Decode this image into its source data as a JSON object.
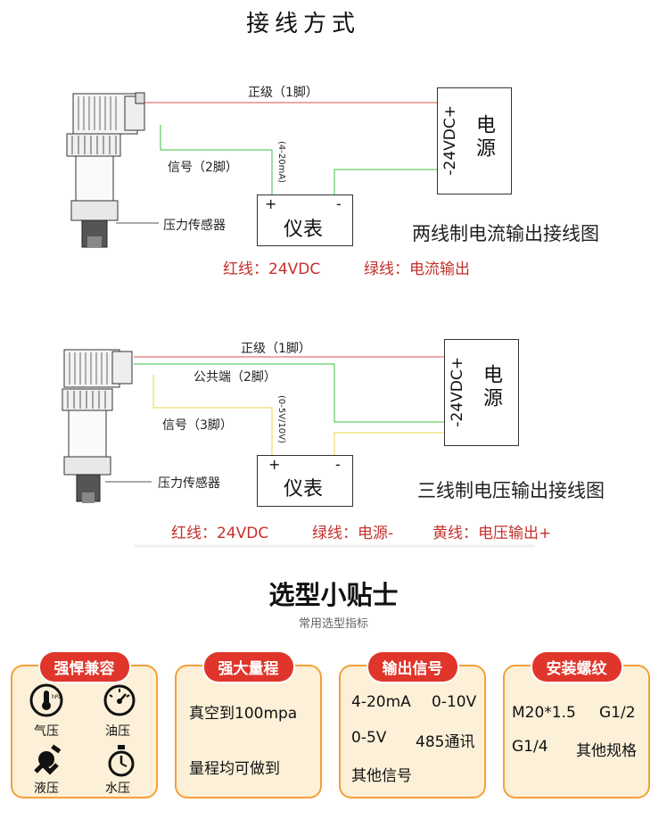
{
  "page_title": "接线方式",
  "diagram1": {
    "positive_label": "正级（1脚）",
    "signal_label": "信号（2脚）",
    "current_range": "(4-20mA)",
    "sensor_label": "压力传感器",
    "meter_name": "仪表",
    "meter_plus": "+",
    "meter_minus": "-",
    "power_name": "电源",
    "power_voltage": "-24VDC+",
    "caption": "两线制电流输出接线图",
    "legend_red": "红线：24VDC",
    "legend_green": "绿线：电流输出"
  },
  "diagram2": {
    "positive_label": "正级（1脚）",
    "common_label": "公共端（2脚）",
    "signal_label": "信号（3脚）",
    "voltage_range": "(0-5V/10V)",
    "sensor_label": "压力传感器",
    "meter_name": "仪表",
    "meter_plus": "+",
    "meter_minus": "-",
    "power_name": "电源",
    "power_voltage": "-24VDC+",
    "caption": "三线制电压输出接线图",
    "legend_red": "红线：24VDC",
    "legend_green": "绿线：电源-",
    "legend_yellow": "黄线：电压输出+"
  },
  "selection": {
    "title": "选型小贴士",
    "subtitle": "常用选型指标",
    "cards": [
      {
        "tag": "强悍兼容",
        "items": [
          "气压",
          "油压",
          "液压",
          "水压"
        ],
        "icons": [
          "thermometer-gauge-icon",
          "pressure-gauge-icon",
          "valve-icon",
          "stopwatch-icon"
        ]
      },
      {
        "tag": "强大量程",
        "lines": [
          "真空到100mpa",
          "量程均可做到"
        ]
      },
      {
        "tag": "输出信号",
        "lines": [
          "4-20mA",
          "0-10V",
          "0-5V",
          "485通讯",
          "其他信号"
        ]
      },
      {
        "tag": "安装螺纹",
        "lines": [
          "M20*1.5",
          "G1/2",
          "G1/4",
          "其他规格"
        ]
      }
    ]
  },
  "colors": {
    "red_wire": "#d9534f",
    "green_wire": "#3fbf3f",
    "yellow_wire": "#e8d64a",
    "accent_red": "#e0352b",
    "card_border": "#f3a03a",
    "card_bg": "#fdf0d8"
  }
}
